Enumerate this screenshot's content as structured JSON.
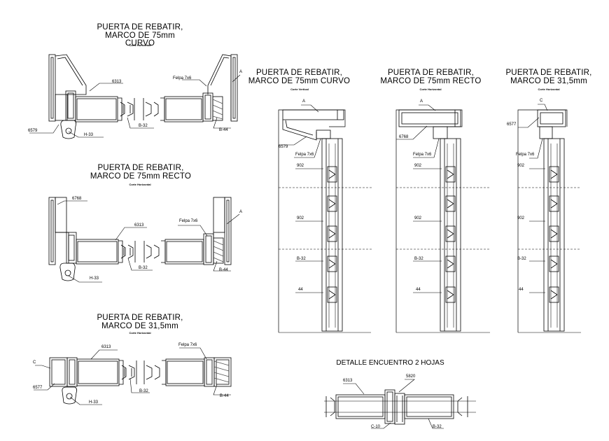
{
  "colors": {
    "ink": "#000000",
    "paper": "#ffffff",
    "hatch": "#555555"
  },
  "horizontal_sections": {
    "curvo": {
      "title_line1": "PUERTA DE REBATIR,",
      "title_line2": "MARCO DE 75mm CURVO",
      "subtitle": "Corte Horizontal",
      "labels": {
        "profile_6313": "6313",
        "felpa": "Felpa 7x6",
        "a": "A",
        "frame_6579": "6579",
        "h33": "H-33",
        "b32": "B-32",
        "b44": "B-44"
      }
    },
    "recto": {
      "title_line1": "PUERTA DE REBATIR,",
      "title_line2": "MARCO DE 75mm RECTO",
      "subtitle": "Corte Horizontal",
      "labels": {
        "frame_6768": "6768",
        "profile_6313": "6313",
        "felpa": "Felpa 7x6",
        "a": "A",
        "b32": "B-32",
        "b44": "B-44",
        "h33": "H-33"
      }
    },
    "r31": {
      "title_line1": "PUERTA DE REBATIR,",
      "title_line2": "MARCO DE 31,5mm",
      "subtitle": "Corte Horizontal",
      "labels": {
        "profile_6313": "6313",
        "felpa": "Felpa 7x6",
        "c": "C",
        "frame_6577": "6577",
        "h33": "H-33",
        "b32": "B-32",
        "b44": "B-44"
      }
    }
  },
  "vertical_sections": {
    "curvo": {
      "title_line1": "PUERTA DE REBATIR,",
      "title_line2": "MARCO DE 75mm CURVO",
      "subtitle": "Corte Vertical",
      "labels": {
        "a": "A",
        "frame": "6579",
        "felpa": "Felpa 7x6",
        "p902a": "902",
        "p902b": "902",
        "b32": "B-32",
        "p44": "44"
      }
    },
    "recto": {
      "title_line1": "PUERTA DE REBATIR,",
      "title_line2": "MARCO DE 75mm RECTO",
      "subtitle": "Corte Horizontal",
      "labels": {
        "a": "A",
        "frame": "6768",
        "felpa": "Felpa 7x6",
        "p902a": "902",
        "p902b": "902",
        "b32": "B-32",
        "p44": "44"
      }
    },
    "r31": {
      "title_line1": "PUERTA DE REBATIR,",
      "title_line2": "MARCO DE 31,5mm",
      "subtitle": "Corte Horizontal",
      "labels": {
        "c": "C",
        "frame": "6577",
        "felpa": "Felpa 7x6",
        "p902a": "902",
        "p902b": "902",
        "b32": "B-32",
        "p44": "44"
      }
    }
  },
  "detail": {
    "title": "DETALLE ENCUENTRO 2 HOJAS",
    "labels": {
      "profile_6313": "6313",
      "p5820": "5820",
      "c10": "C-10",
      "b32": "B-32"
    }
  }
}
